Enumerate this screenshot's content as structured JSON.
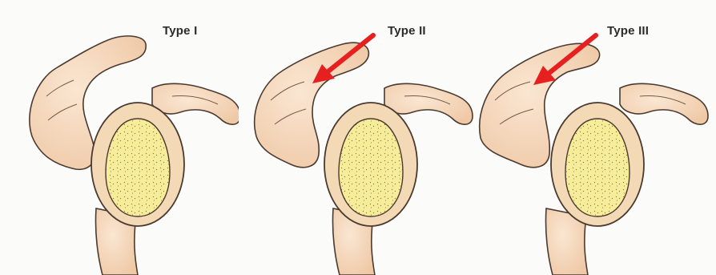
{
  "figure": {
    "panels": [
      {
        "label": "Type I",
        "acromion": "flat",
        "arrow": false
      },
      {
        "label": "Type II",
        "acromion": "curved",
        "arrow": true
      },
      {
        "label": "Type III",
        "acromion": "hooked",
        "arrow": true
      }
    ],
    "colors": {
      "bone_fill": "#f6dcc2",
      "bone_shade": "#eec5a0",
      "outline": "#4a3a30",
      "glenoid_fill": "#f7ec9a",
      "glenoid_rim": "#f3d9b5",
      "arrow": "#e5201f"
    }
  }
}
